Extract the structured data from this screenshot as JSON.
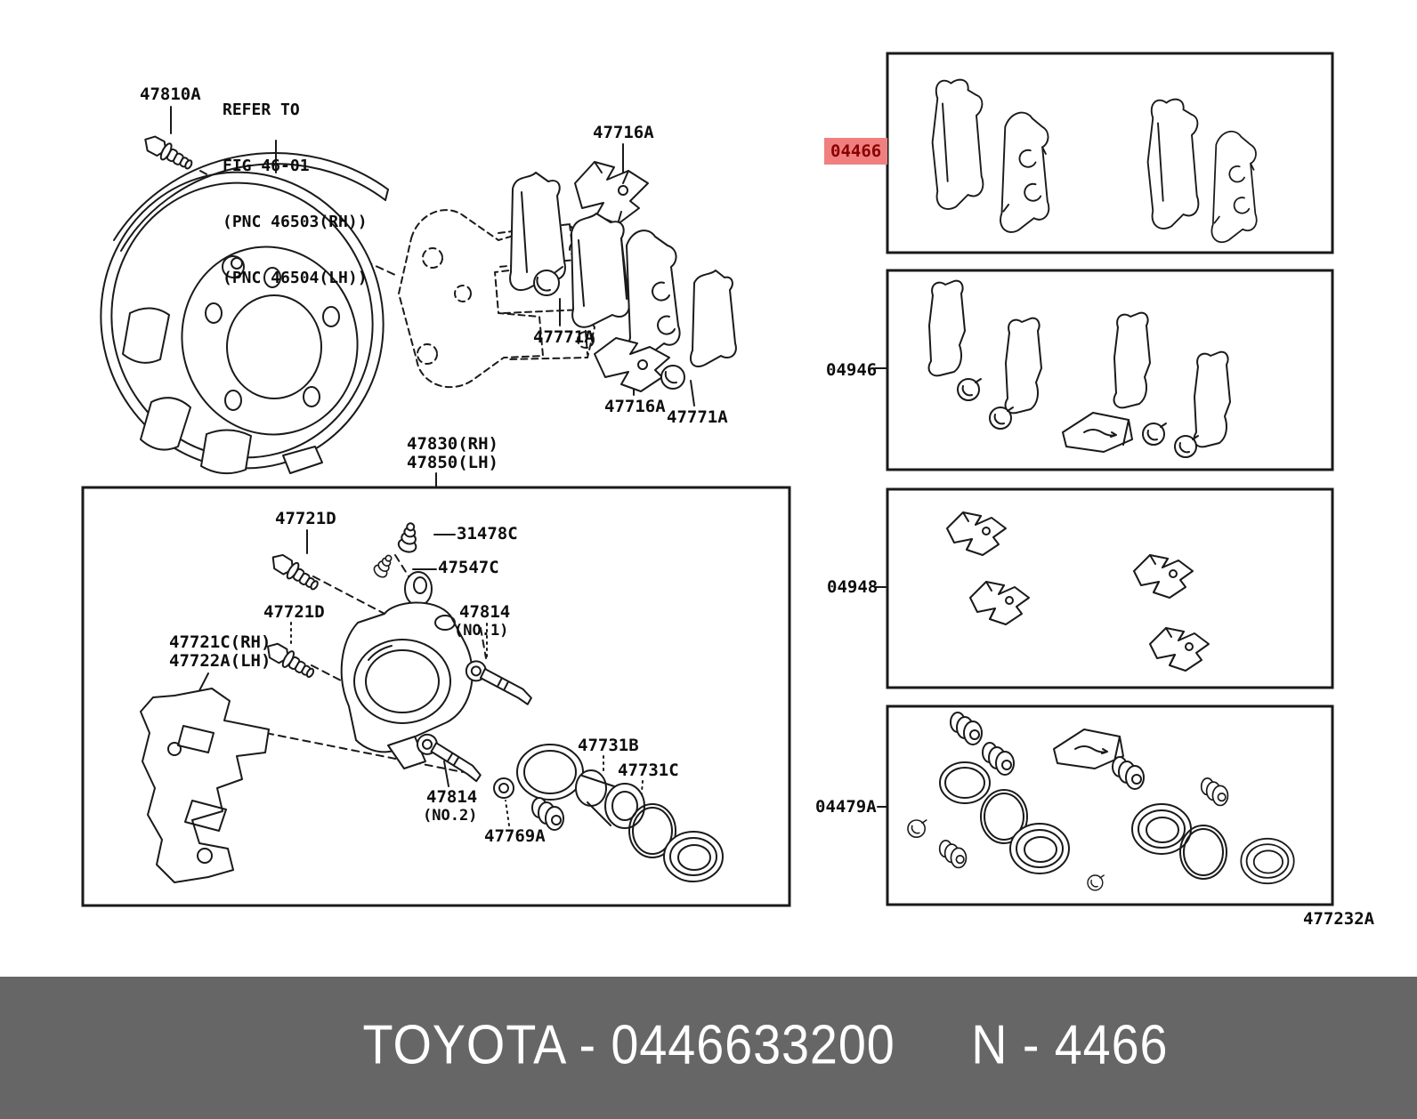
{
  "meta": {
    "drawing_code": "477232A"
  },
  "footer": {
    "left": "TOYOTA - 0446633200",
    "right": "N - 4466"
  },
  "note": {
    "line1": "REFER TO",
    "line2": "FIG 46-01",
    "line3": "(PNC 46503(RH))",
    "line4": "(PNC 46504(LH))"
  },
  "callouts": {
    "p47810a": "47810A",
    "p47716a_top": "47716A",
    "p47771a_mid": "47771A",
    "p47716a_bottom": "47716A",
    "p47771a_bottom": "47771A",
    "p47830": "47830(RH)",
    "p47850": "47850(LH)",
    "p47721d_upper": "47721D",
    "p31478c": "31478C",
    "p47547c": "47547C",
    "p47721d_lower": "47721D",
    "p47814_no1": "47814",
    "p47814_no1_sub": "(NO.1)",
    "p47721c": "47721C(RH)",
    "p47722a": "47722A(LH)",
    "p47814_no2": "47814",
    "p47814_no2_sub": "(NO.2)",
    "p47769a": "47769A",
    "p47731b": "47731B",
    "p47731c": "47731C"
  },
  "kits": {
    "k04466": "04466",
    "k04946": "04946",
    "k04948": "04948",
    "k04479a": "04479A"
  },
  "colors": {
    "highlight_bg": "#f08080",
    "highlight_fg": "#8b0000",
    "footer_bg": "#666666",
    "footer_fg": "#ffffff",
    "line": "#1a1a1a"
  }
}
